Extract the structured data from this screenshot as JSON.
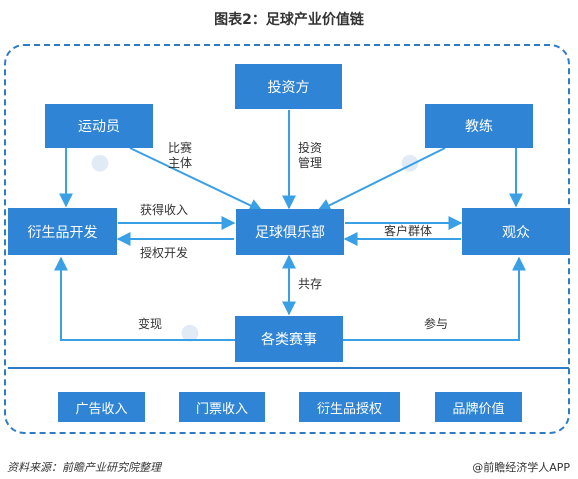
{
  "title": "图表2：足球产业价值链",
  "nodes": {
    "investor": "投资方",
    "athlete": "运动员",
    "coach": "教练",
    "derivative_dev": "衍生品开发",
    "club": "足球俱乐部",
    "audience": "观众",
    "events": "各类赛事"
  },
  "edge_labels": {
    "competition_subject": "比赛\n主体",
    "investment_mgmt": "投资\n管理",
    "gain_income": "获得收入",
    "license_dev": "授权开发",
    "customer_group": "客户群体",
    "coexist": "共存",
    "monetize": "变现",
    "participate": "参与"
  },
  "revenue_sources": [
    "广告收入",
    "门票收入",
    "衍生品授权",
    "品牌价值"
  ],
  "footer": {
    "source": "资料来源：前瞻产业研究院整理",
    "credit": "@前瞻经济学人APP"
  },
  "colors": {
    "box": "#2f84d6",
    "frame": "#2e7cc4",
    "arrow": "#3aa0e6"
  }
}
